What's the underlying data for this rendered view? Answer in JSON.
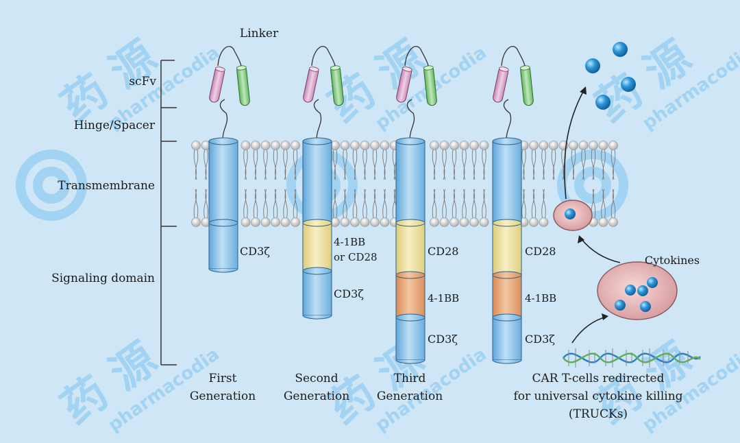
{
  "labels": {
    "linker": "Linker",
    "scfv": "scFv",
    "hinge": "Hinge/Spacer",
    "transmembrane": "Transmembrane",
    "signaling": "Signaling domain",
    "cytokines": "Cytokines"
  },
  "generations": [
    {
      "line1": "First",
      "line2": "Generation",
      "domains": [
        "CD3ζ"
      ]
    },
    {
      "line1": "Second",
      "line2": "Generation",
      "domains": [
        "4-1BB",
        "or CD28",
        "CD3ζ"
      ]
    },
    {
      "line1": "Third",
      "line2": "Generation",
      "domains": [
        "CD28",
        "4-1BB",
        "CD3ζ"
      ]
    },
    {
      "line1": "CAR T-cells redirected",
      "line2": "for universal cytokine killing",
      "line3": "(TRUCKs)",
      "domains": [
        "CD28",
        "4-1BB",
        "CD3ζ"
      ]
    }
  ],
  "watermark": {
    "cn": "药 源",
    "en": "pharmacodia"
  },
  "colors": {
    "background": "#cfe6f6",
    "cylinder_blue": "#8cc4ea",
    "cylinder_yellow": "#f1e3a4",
    "cylinder_orange": "#e8a77c",
    "scfv_pink": "#d8a6c8",
    "scfv_green": "#8fcf8a",
    "cytokine": "#2a8ed0",
    "vesicle": "#e6b3b5",
    "watermark": "#7ec3ef"
  }
}
